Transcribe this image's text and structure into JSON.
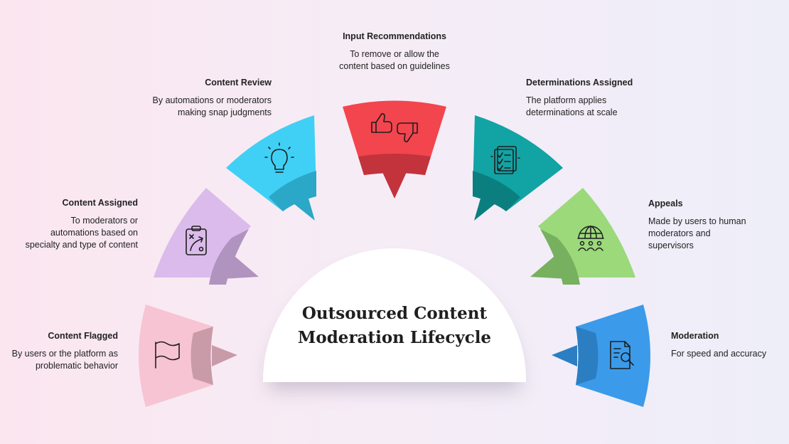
{
  "hub": {
    "title_line1": "Outsourced Content",
    "title_line2": "Moderation Lifecycle"
  },
  "steps": [
    {
      "title": "Content Flagged",
      "description": "By users or the platform as problematic behavior",
      "icon": "flag-icon",
      "color": "#f7c4d3",
      "shade": "#c99aa8"
    },
    {
      "title": "Content Assigned",
      "description": "To moderators or automations based on specialty and type of content",
      "icon": "clipboard-strategy-icon",
      "color": "#dbbbeb",
      "shade": "#b093bf"
    },
    {
      "title": "Content Review",
      "description": "By automations or moderators making snap judgments",
      "icon": "lightbulb-icon",
      "color": "#40d0f5",
      "shade": "#2ba7c7"
    },
    {
      "title": "Input Recommendations",
      "description": "To remove or allow the content based on guidelines",
      "icon": "thumbs-up-down-icon",
      "color": "#f2454e",
      "shade": "#c2333b"
    },
    {
      "title": "Determinations Assigned",
      "description": "The platform applies determinations at scale",
      "icon": "checklist-document-icon",
      "color": "#12a3a4",
      "shade": "#0b7f80"
    },
    {
      "title": "Appeals",
      "description": "Made by users to human moderators and supervisors",
      "icon": "globe-people-icon",
      "color": "#9bd97b",
      "shade": "#77b05e"
    },
    {
      "title": "Moderation",
      "description": "For speed and accuracy",
      "icon": "document-search-icon",
      "color": "#3b9bea",
      "shade": "#2c7ec2"
    }
  ]
}
